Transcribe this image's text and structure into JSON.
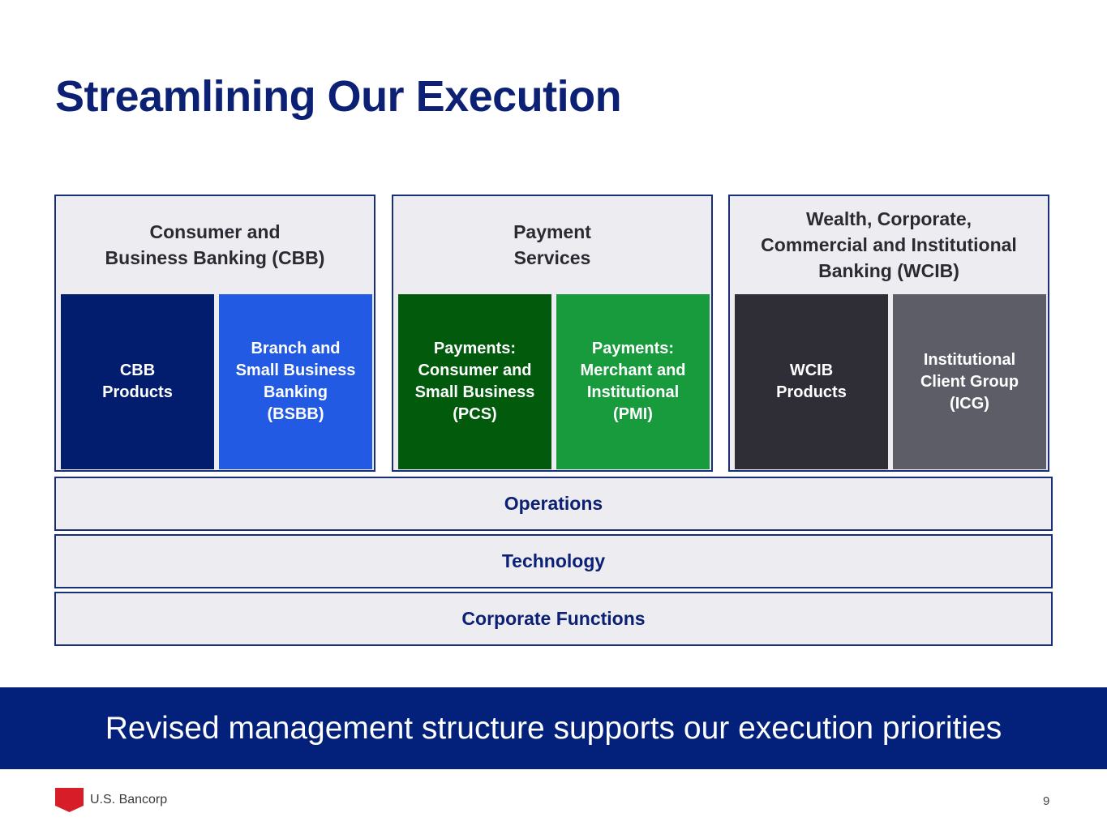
{
  "slide": {
    "title": "Streamlining Our Execution",
    "groups": [
      {
        "title": "Consumer and\nBusiness Banking (CBB)",
        "units": [
          {
            "label": "CBB\nProducts",
            "color": "#021d6e"
          },
          {
            "label": "Branch and\nSmall Business\nBanking\n(BSBB)",
            "color": "#235ae3"
          }
        ]
      },
      {
        "title": "Payment\nServices",
        "units": [
          {
            "label": "Payments:\nConsumer and\nSmall Business\n(PCS)",
            "color": "#025b0c"
          },
          {
            "label": "Payments:\nMerchant and\nInstitutional\n(PMI)",
            "color": "#189b3d"
          }
        ]
      },
      {
        "title": "Wealth, Corporate,\nCommercial and Institutional\nBanking (WCIB)",
        "units": [
          {
            "label": "WCIB\nProducts",
            "color": "#2f2e36"
          },
          {
            "label": "Institutional\nClient Group\n(ICG)",
            "color": "#5d5d68"
          }
        ]
      }
    ],
    "shared_functions": [
      "Operations",
      "Technology",
      "Corporate Functions"
    ],
    "banner": "Revised management structure supports our execution priorities",
    "footer": {
      "brand": "U.S. Bancorp",
      "logo_color": "#d71e28",
      "page_number": "9"
    }
  }
}
